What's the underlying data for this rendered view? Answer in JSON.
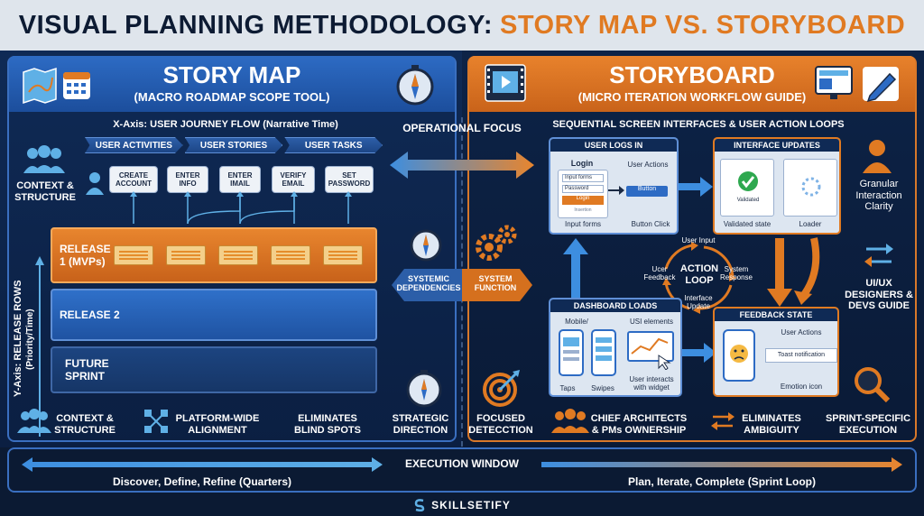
{
  "title": {
    "main": "VISUAL PLANNING METHODOLOGY:",
    "accent": "STORY MAP VS. STORYBOARD"
  },
  "left": {
    "title": "STORY MAP",
    "subtitle": "(MACRO ROADMAP SCOPE TOOL)",
    "x_axis": "X-Axis: USER JOURNEY FLOW (Narrative Time)",
    "y_axis_line1": "Y-Axis: RELEASE ROWS",
    "y_axis_line2": "(Priority/Time)",
    "pills": [
      "USER ACTIVITIES",
      "USER STORIES",
      "USER TASKS"
    ],
    "context_label": "CONTEXT & STRUCTURE",
    "steps": [
      "CREATE ACCOUNT",
      "ENTER INFO",
      "ENTER IMAIL",
      "VERIFY EMAIL",
      "SET PASSWORD"
    ],
    "release1": "RELEASE 1 (MVPs)",
    "release2": "RELEASE 2",
    "future": "FUTURE SPRINT",
    "bottom": [
      "CONTEXT & STRUCTURE",
      "PLATFORM-WIDE ALIGNMENT",
      "ELIMINATES BLIND SPOTS"
    ]
  },
  "center": {
    "operational_focus": "OPERATIONAL FOCUS",
    "systemic": "SYSTEMIC DEPENDENCIES",
    "system_function": "SYSTEM FUNCTION",
    "strategic": "STRATEGIC DIRECTION",
    "focused": "FOCUSED DETECCTION"
  },
  "right": {
    "title": "STORYBOARD",
    "subtitle": "(MICRO ITERATION WORKFLOW GUIDE)",
    "sequence": "SEQUENTIAL SCREEN INTERFACES & USER ACTION LOOPS",
    "granular": "Granular Interaction Clarity",
    "designers": "UI/UX DESIGNERS & DEVS GUIDE",
    "logs_in": {
      "head": "USER LOGS IN",
      "login": "Login",
      "input1": "Input forms",
      "input2": "Password",
      "btn": "Login",
      "tiny": "Insertion",
      "user_actions": "User Actions",
      "button": "Button",
      "cap1": "Input forms",
      "cap2": "Button Click"
    },
    "interface": {
      "head": "INTERFACE UPDATES",
      "validated": "Validated",
      "cap1": "Validated state",
      "cap2": "Loader"
    },
    "loop": {
      "title": "ACTION LOOP",
      "user_input": "User Input",
      "system_response": "System Response",
      "user_feedback": "Ucer Feedback",
      "interface_update": "Interface Update"
    },
    "dashboard": {
      "head": "DASHBOARD LOADS",
      "mobile": "Mobile/",
      "usi": "USI elements",
      "taps": "Taps",
      "swipes": "Swipes",
      "interact": "User interacts with widget"
    },
    "feedback": {
      "head": "FEEDBACK STATE",
      "user_actions": "User Actions",
      "toast": "Toast notification",
      "emotion": "Emotion icon"
    },
    "bottom": [
      "CHIEF ARCHITECTS & PMs OWNERSHIP",
      "ELIMINATES AMBIGUITY",
      "SPRINT-SPECIFIC EXECUTION"
    ]
  },
  "footer": {
    "left": "Discover, Define, Refine (Quarters)",
    "center": "EXECUTION WINDOW",
    "right": "Plan, Iterate, Complete (Sprint Loop)",
    "brand": "SKILLSETIFY"
  },
  "colors": {
    "orange": "#e07a22",
    "blue": "#2d6bc4",
    "navy": "#0b1a33"
  }
}
